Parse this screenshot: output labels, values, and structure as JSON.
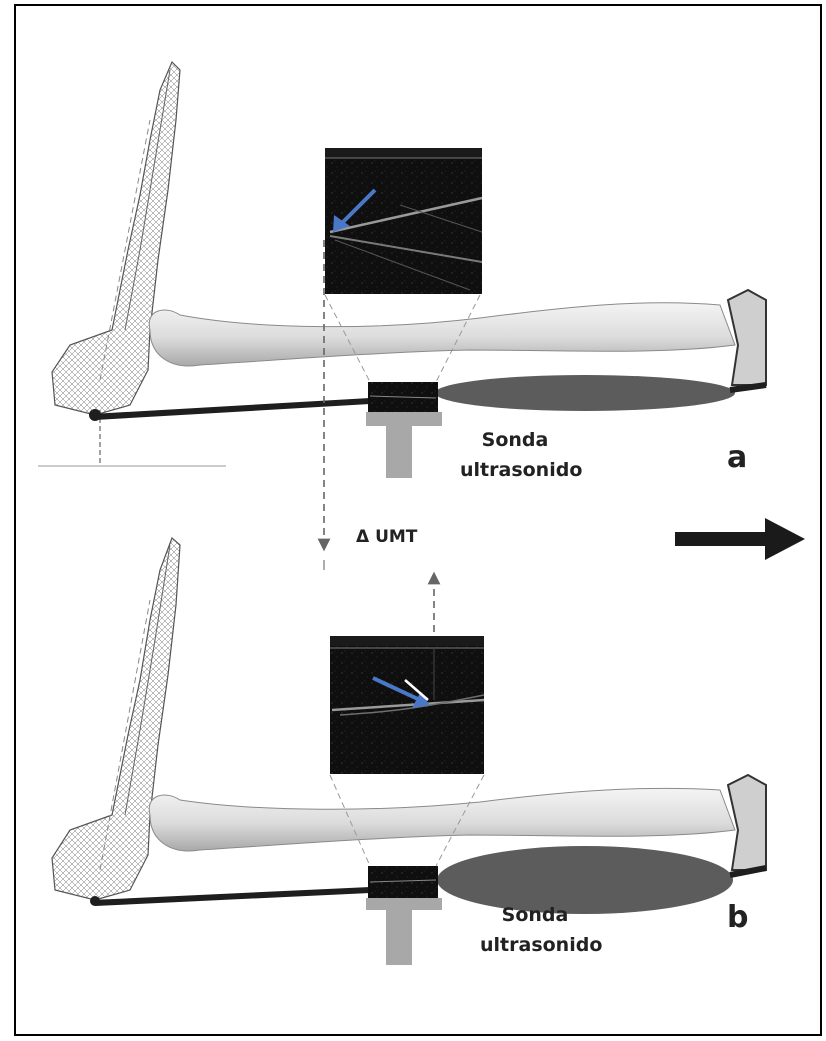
{
  "figure": {
    "panel_a": {
      "letter": "a",
      "probe_line1": "Sonda",
      "probe_line2": "ultrasonido"
    },
    "panel_b": {
      "letter": "b",
      "probe_line1": "Sonda",
      "probe_line2": "ultrasonido"
    },
    "delta_label": "Δ UMT"
  },
  "colors": {
    "border": "#000000",
    "bone": "#e6e6e6",
    "muscle": "#5c5c5c",
    "probe": "#a8a8a8",
    "tendon": "#1e1e1e",
    "arrow_blue": "#4a78c8",
    "dashed_line": "#666666",
    "ultrasound_bg": "#101010",
    "motion_arrow": "#1a1a1a"
  },
  "icons": [
    "foot-skeleton-icon",
    "tibia-bone-icon",
    "knee-joint-icon",
    "ultrasound-probe-icon",
    "blue-arrow-icon",
    "motion-arrow-icon"
  ]
}
